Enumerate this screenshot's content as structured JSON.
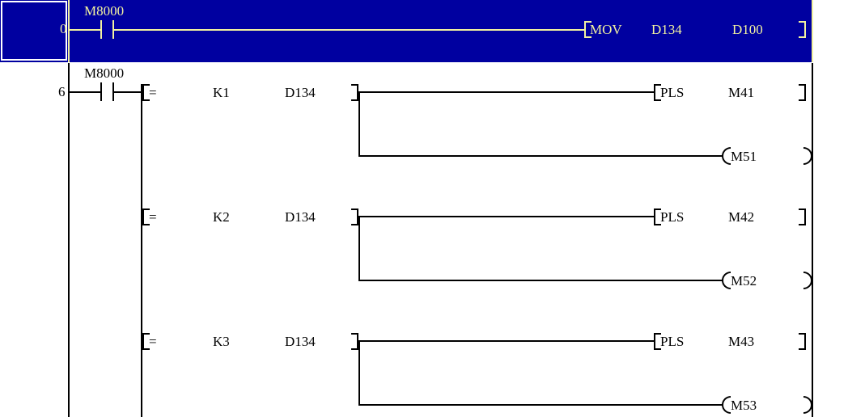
{
  "app": {
    "type": "plc-ladder-editor",
    "colors": {
      "selection_background": "#0000A0",
      "selection_foreground": "#F2F2A0",
      "canvas_background": "#FFFFFF",
      "line": "#000000"
    }
  },
  "ladder": {
    "rungs": [
      {
        "step_number": "0",
        "selected": true,
        "contact": {
          "label": "M8000",
          "type": "no-contact"
        },
        "instructions": [
          {
            "mnemonic": "MOV",
            "operands": [
              "D134",
              "D100"
            ]
          }
        ]
      },
      {
        "step_number": "6",
        "selected": false,
        "contact": {
          "label": "M8000",
          "type": "no-contact"
        },
        "branches": [
          {
            "compare": {
              "operator": "=",
              "operands": [
                "K1",
                "D134"
              ]
            },
            "outputs": [
              {
                "mnemonic": "PLS",
                "operand": "M41",
                "type": "instruction"
              },
              {
                "mnemonic": "",
                "operand": "M51",
                "type": "coil"
              }
            ]
          },
          {
            "compare": {
              "operator": "=",
              "operands": [
                "K2",
                "D134"
              ]
            },
            "outputs": [
              {
                "mnemonic": "PLS",
                "operand": "M42",
                "type": "instruction"
              },
              {
                "mnemonic": "",
                "operand": "M52",
                "type": "coil"
              }
            ]
          },
          {
            "compare": {
              "operator": "=",
              "operands": [
                "K3",
                "D134"
              ]
            },
            "outputs": [
              {
                "mnemonic": "PLS",
                "operand": "M43",
                "type": "instruction"
              },
              {
                "mnemonic": "",
                "operand": "M53",
                "type": "coil"
              }
            ]
          }
        ]
      }
    ]
  }
}
